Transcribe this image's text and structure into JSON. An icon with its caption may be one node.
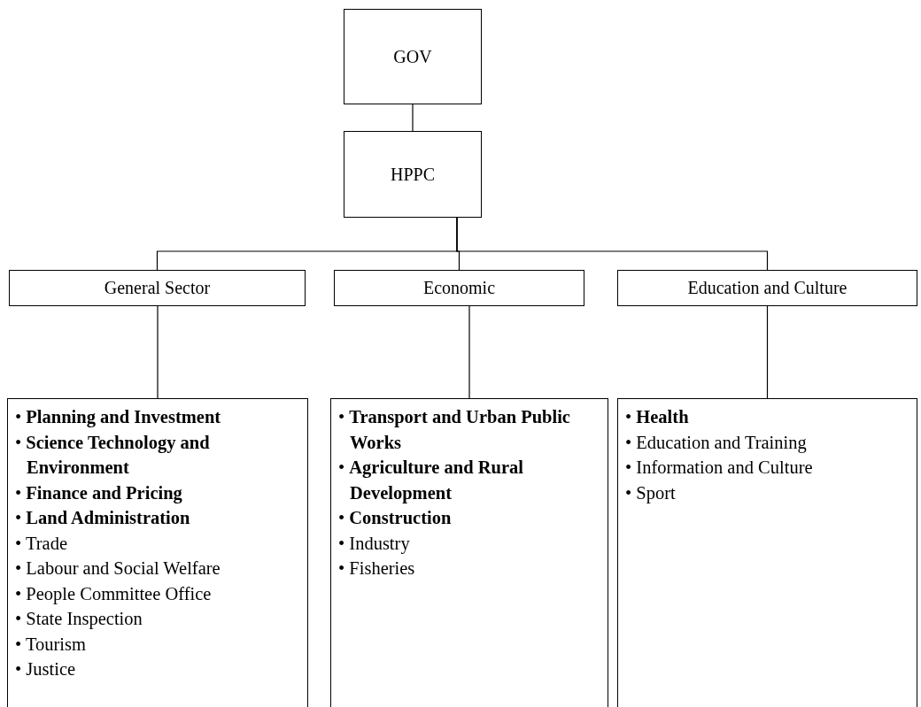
{
  "diagram": {
    "nodes": [
      {
        "text": [
          "GOV"
        ]
      },
      {
        "text": [
          "HPPC"
        ]
      },
      {
        "text": [
          "General Sector"
        ]
      },
      {
        "text": [
          "Economic"
        ]
      },
      {
        "text": [
          "Education and Culture"
        ]
      },
      {
        "text": [
          "• **Planning and Investment**",
          "• **Science Technology and Environment**",
          "• **Finance and Pricing**",
          "• **Land Administration**",
          "• Trade",
          "• Labour and Social Welfare",
          "• People Committee Office",
          "• State Inspection",
          "• Tourism",
          "• Justice"
        ]
      },
      {
        "text": [
          "• **Transport and Urban Public Works**",
          "• **Agriculture and Rural Development**",
          "• **Construction**",
          "• Industry",
          "• Fisheries"
        ]
      },
      {
        "text": [
          "• **Health**",
          "• Education and Training",
          "• Information and Culture",
          "• Sport"
        ]
      }
    ],
    "edges": [
      {
        "from": 0,
        "to": 1,
        "arrow": "none"
      },
      {
        "from": 1,
        "to": 2,
        "arrow": "none"
      },
      {
        "from": 1,
        "to": 3,
        "arrow": "none"
      },
      {
        "from": 1,
        "to": 4,
        "arrow": "none"
      },
      {
        "from": 2,
        "to": 5,
        "arrow": "none"
      },
      {
        "from": 3,
        "to": 6,
        "arrow": "none"
      },
      {
        "from": 4,
        "to": 7,
        "arrow": "none"
      }
    ]
  }
}
